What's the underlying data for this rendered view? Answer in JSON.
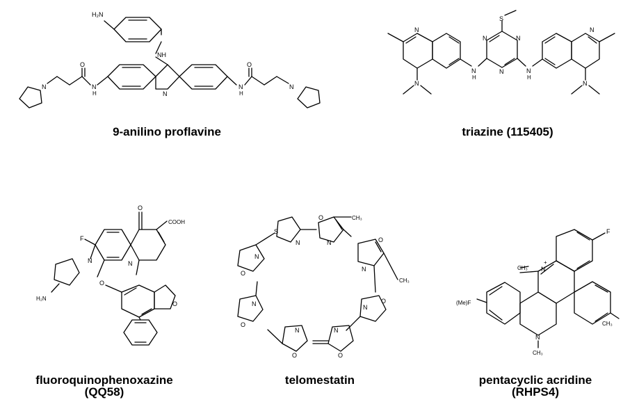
{
  "compounds": [
    {
      "label": "9-anilino proflavine",
      "atoms": {
        "amino": "H₂N",
        "nh_top": "NH",
        "ring_n": "N",
        "amide_o_left": "O",
        "amide_o_right": "O",
        "amide_nh_left": "N",
        "amide_h_left": "H",
        "amide_nh_right": "N",
        "amide_h_right": "H",
        "pyr_n_left": "N",
        "pyr_n_right": "N"
      }
    },
    {
      "label": "triazine (115405)",
      "atoms": {
        "s": "S",
        "n_top_left": "N",
        "n_top_right": "N",
        "n_bottom": "N",
        "q_n_left": "N",
        "q_n_right": "N",
        "nh_left": "N",
        "h_left": "H",
        "nh_right": "N",
        "h_right": "H",
        "nme2_left": "N",
        "nme2_right": "N"
      }
    },
    {
      "label_line1": "fluoroquinophenoxazine",
      "label_line2": "(QQ58)",
      "atoms": {
        "f": "F",
        "o_keto": "O",
        "cooh": "COOH",
        "n_ring": "N",
        "o_ring": "O",
        "o_furan": "O",
        "n_pyr": "N",
        "nh2": "H₂N"
      }
    },
    {
      "label": "telomestatin",
      "atoms": {
        "s": "S",
        "ch3_top": "CH₃",
        "ch3_right": "CH₃",
        "n_labels": [
          "N",
          "N",
          "N",
          "N",
          "N",
          "N",
          "N",
          "N"
        ],
        "o_labels": [
          "O",
          "O",
          "O",
          "O",
          "O",
          "O",
          "O"
        ]
      }
    },
    {
      "label_line1": "pentacyclic acridine",
      "label_line2": "(RHPS4)",
      "atoms": {
        "f_top": "F",
        "mef": "(Me)F",
        "n_plus": "N",
        "plus": "+",
        "ch3_n_top": "CH₃",
        "n_bottom": "N",
        "ch3_n_bottom": "CH₃",
        "ch3_ring": "CH₃"
      }
    }
  ]
}
